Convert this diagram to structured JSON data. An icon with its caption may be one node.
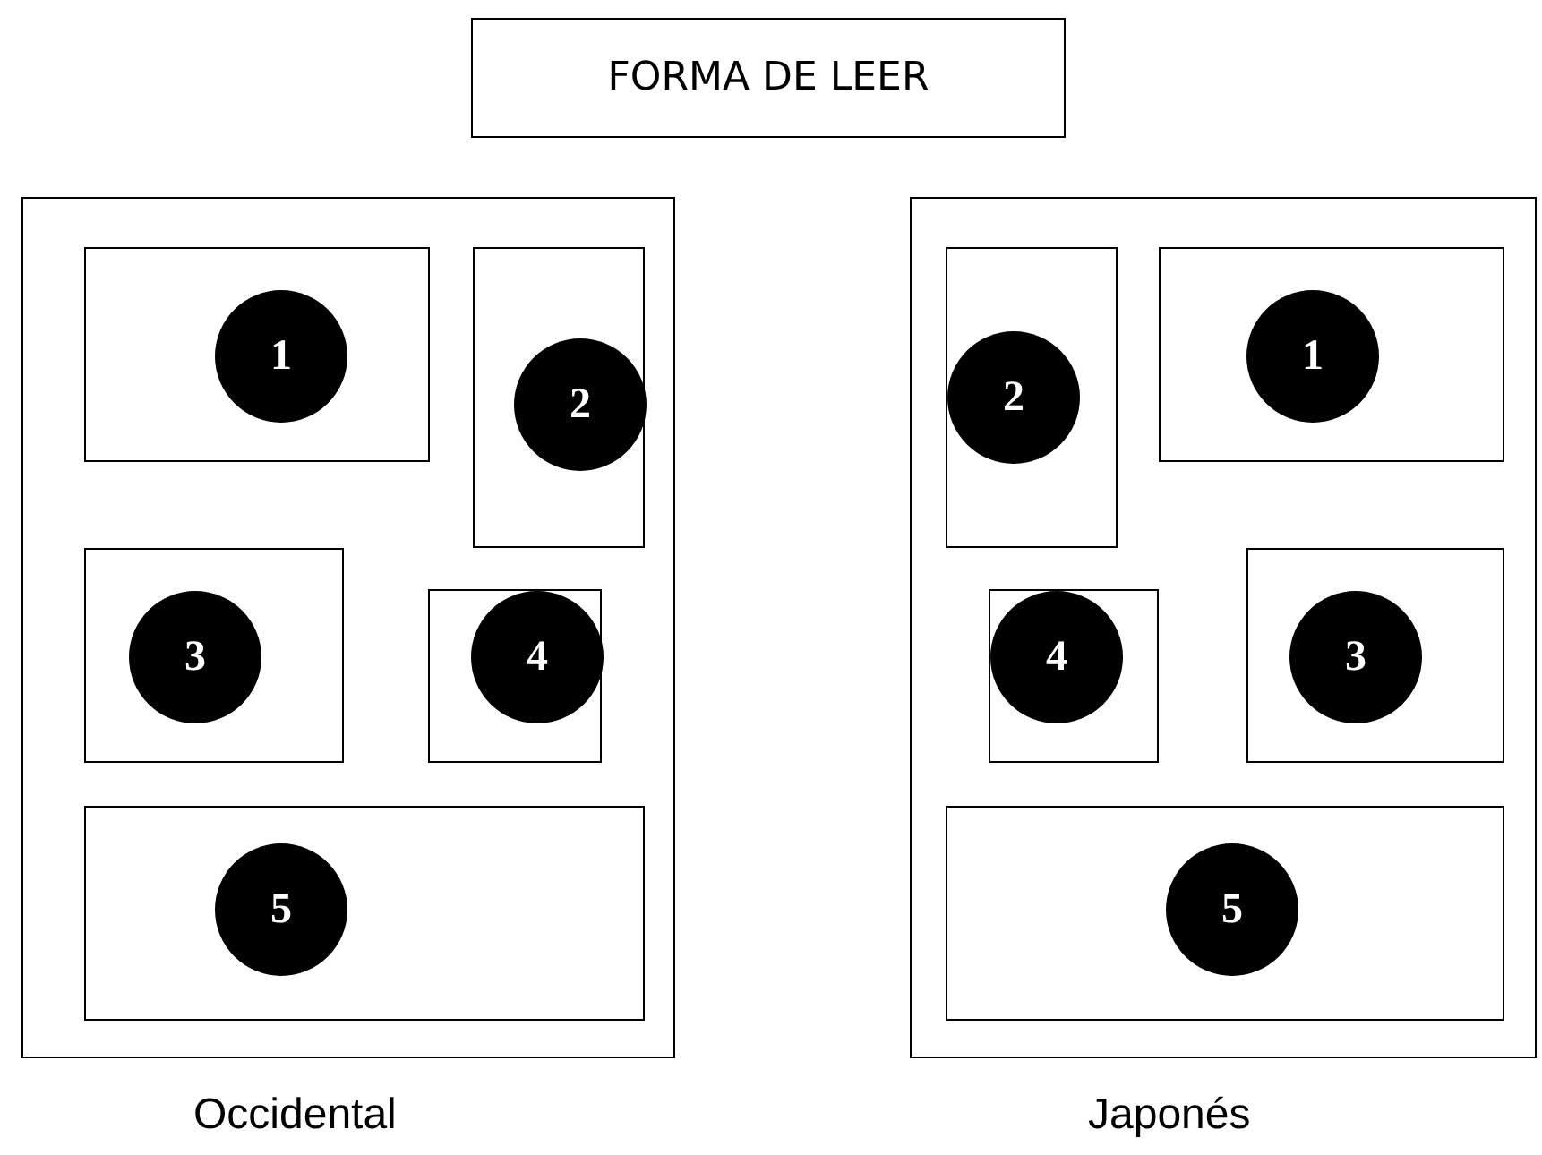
{
  "diagram": {
    "nodes": [
      {
        "text": [
          "FORMA DE LEER"
        ]
      },
      {
        "text": [],
        "shape": "box",
        "beside": [
          "Occidental"
        ]
      },
      {
        "text": [],
        "shape": "box",
        "in": 1
      },
      {
        "text": [
          "1"
        ],
        "in": 2
      },
      {
        "text": [],
        "shape": "box",
        "in": 1
      },
      {
        "text": [
          "2"
        ],
        "in": 4
      },
      {
        "text": [],
        "shape": "box",
        "in": 1
      },
      {
        "text": [
          "3"
        ],
        "in": 6
      },
      {
        "text": [],
        "shape": "box",
        "in": 1
      },
      {
        "text": [
          "4"
        ],
        "in": 8
      },
      {
        "text": [],
        "shape": "box",
        "in": 1
      },
      {
        "text": [
          "5"
        ],
        "in": 10
      },
      {
        "text": [],
        "shape": "box",
        "beside": [
          "Japonés"
        ]
      },
      {
        "text": [],
        "shape": "box",
        "in": 12
      },
      {
        "text": [
          "2"
        ],
        "in": 13
      },
      {
        "text": [],
        "shape": "box",
        "in": 12
      },
      {
        "text": [
          "1"
        ],
        "in": 15
      },
      {
        "text": [],
        "shape": "box",
        "in": 12
      },
      {
        "text": [
          "4"
        ],
        "in": 17
      },
      {
        "text": [],
        "shape": "box",
        "in": 12
      },
      {
        "text": [
          "3"
        ],
        "in": 19
      },
      {
        "text": [],
        "shape": "box",
        "in": 12
      },
      {
        "text": [
          "5"
        ],
        "in": 21
      }
    ]
  }
}
